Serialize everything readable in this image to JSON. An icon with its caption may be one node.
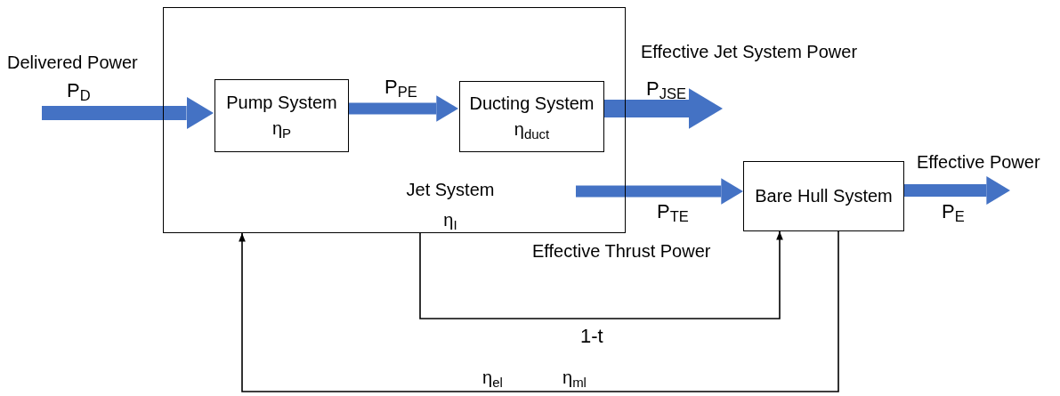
{
  "diagram": {
    "nodes": [
      {
        "text": [
          "Jet System",
          "η$_{I}$"
        ]
      },
      {
        "text": [
          "Pump System",
          "η$_{P}$"
        ],
        "in": 0
      },
      {
        "text": [
          "Ducting System",
          "η$_{duct}$"
        ],
        "in": 0
      },
      {
        "text": [
          "Bare Hull System"
        ]
      }
    ],
    "edges": [
      {
        "from": null,
        "to": 1,
        "arrow": "to",
        "label": "P$_{D}$"
      },
      {
        "from": 1,
        "to": 2,
        "arrow": "to",
        "label": "P$_{PE}$"
      },
      {
        "from": 2,
        "to": null,
        "arrow": "to",
        "label": "P$_{JSE}$"
      },
      {
        "from": null,
        "to": 3,
        "arrow": "to",
        "label": "P$_{TE}$"
      },
      {
        "from": 3,
        "to": null,
        "arrow": "to",
        "label": "P$_{E}$"
      },
      {
        "from": 0,
        "to": 3,
        "arrow": "to",
        "label": "1-t",
        "color": "#000000"
      },
      {
        "from": 3,
        "to": 0,
        "arrow": "to",
        "color": "#000000"
      }
    ],
    "labels": [
      "Delivered Power",
      "Effective Jet System Power",
      "Effective Power",
      "Effective Thrust Power",
      "η$_{el}$",
      "η$_{ml}$"
    ]
  }
}
